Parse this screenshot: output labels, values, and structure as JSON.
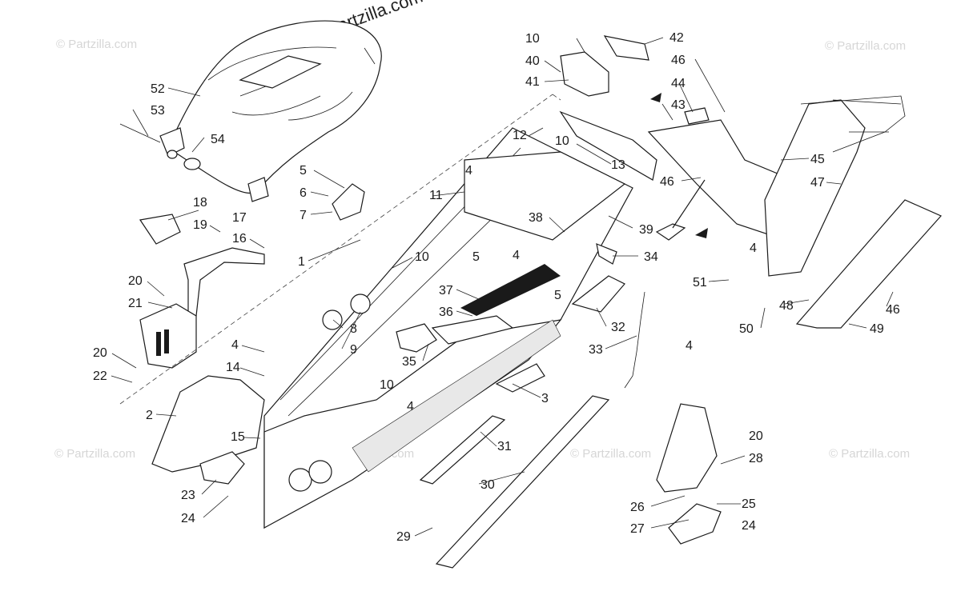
{
  "watermarks": {
    "main": "© Partzilla.com",
    "faint": "© Partzilla.com"
  },
  "callouts": [
    "1",
    "2",
    "3",
    "4",
    "5",
    "6",
    "7",
    "8",
    "9",
    "10",
    "11",
    "12",
    "13",
    "14",
    "15",
    "16",
    "17",
    "18",
    "19",
    "20",
    "21",
    "22",
    "23",
    "24",
    "25",
    "26",
    "27",
    "28",
    "29",
    "30",
    "31",
    "32",
    "33",
    "34",
    "35",
    "36",
    "37",
    "38",
    "39",
    "40",
    "41",
    "42",
    "43",
    "44",
    "45",
    "46",
    "47",
    "48",
    "49",
    "50",
    "51",
    "52",
    "53",
    "54"
  ],
  "colors": {
    "line": "#1a1a1a",
    "watermark": "#d6d6d6",
    "background": "#ffffff"
  }
}
